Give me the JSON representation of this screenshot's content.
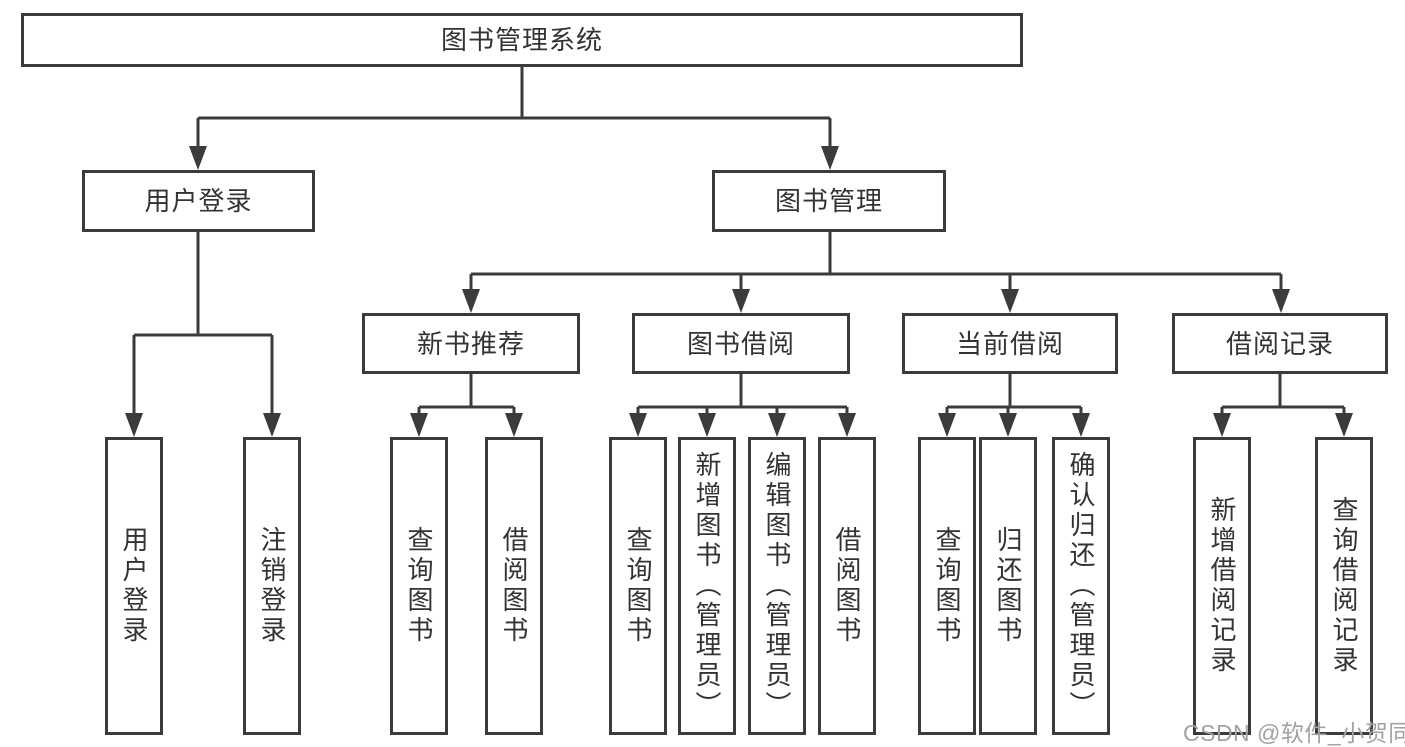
{
  "diagram": {
    "root": {
      "label": "图书管理系统"
    },
    "branches": [
      {
        "label": "用户登录",
        "children": [
          {
            "label": "用户登录"
          },
          {
            "label": "注销登录"
          }
        ]
      },
      {
        "label": "图书管理",
        "children": [
          {
            "label": "新书推荐",
            "children": [
              {
                "label": "查询图书"
              },
              {
                "label": "借阅图书"
              }
            ]
          },
          {
            "label": "图书借阅",
            "children": [
              {
                "label": "查询图书"
              },
              {
                "label": "新增图书（管理员）"
              },
              {
                "label": "编辑图书（管理员）"
              },
              {
                "label": "借阅图书"
              }
            ]
          },
          {
            "label": "当前借阅",
            "children": [
              {
                "label": "查询图书"
              },
              {
                "label": "归还图书"
              },
              {
                "label": "确认归还（管理员）"
              }
            ]
          },
          {
            "label": "借阅记录",
            "children": [
              {
                "label": "新增借阅记录"
              },
              {
                "label": "查询借阅记录"
              }
            ]
          }
        ]
      }
    ]
  },
  "watermark": {
    "text": "CSDN @软件_小贺同学"
  },
  "colors": {
    "line": "#3b3b3b",
    "text": "#333333",
    "background": "#ffffff",
    "watermark": "#a2a2a2"
  }
}
